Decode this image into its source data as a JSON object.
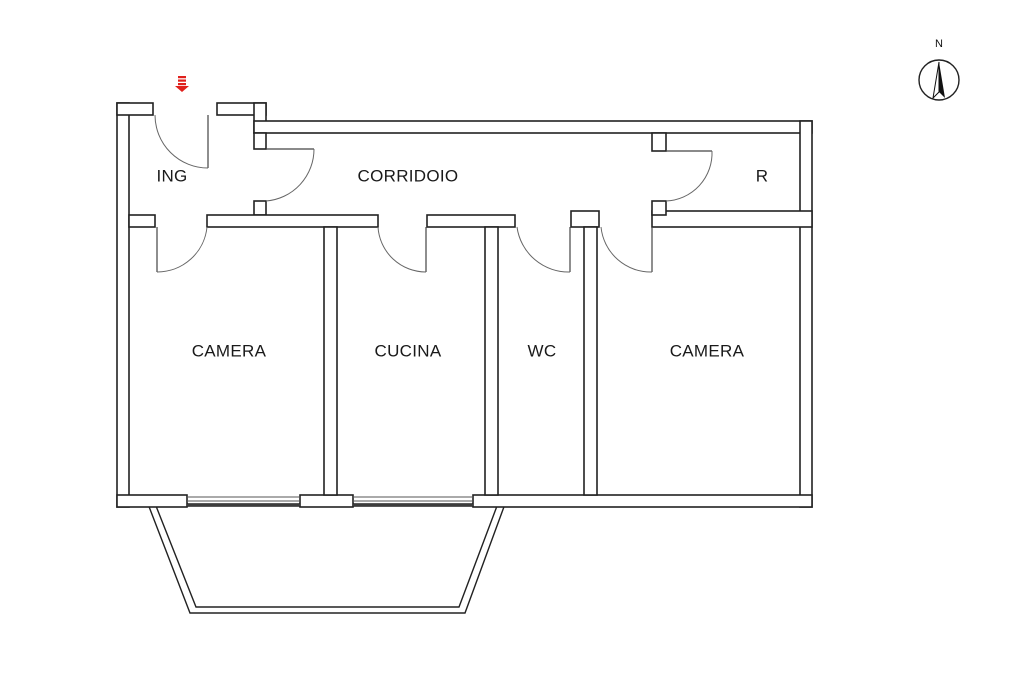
{
  "rooms": {
    "entrance": "ING",
    "corridor": "CORRIDOIO",
    "storage": "R",
    "bedroom_left": "CAMERA",
    "kitchen": "CUCINA",
    "bathroom": "WC",
    "bedroom_right": "CAMERA"
  },
  "compass": {
    "north_label": "N"
  },
  "entry_marker": {
    "icon": "entry-arrow-icon",
    "color": "#e0201c"
  },
  "colors": {
    "wall_stroke": "#222222",
    "background": "#ffffff"
  }
}
